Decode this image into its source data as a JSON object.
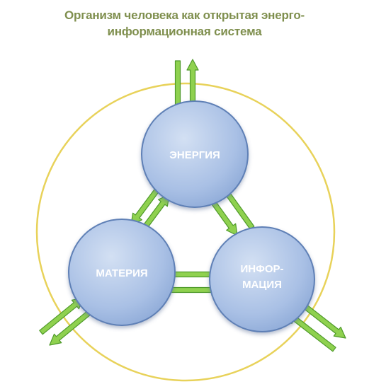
{
  "title": {
    "line1": "Организм человека как открытая энерго-",
    "line2": "информационная система"
  },
  "nodes": {
    "energy": "ЭНЕРГИЯ",
    "matter": "МАТЕРИЯ",
    "info_line1": "ИНФОР-",
    "info_line2": "МАЦИЯ"
  },
  "colors": {
    "ring": "#e8d25a",
    "node_fill": "#aec4e6",
    "node_stroke": "#5f80b6",
    "arrow_fill": "#8fd14f",
    "arrow_stroke": "#4f9a2a",
    "title": "#7f8f4e"
  }
}
